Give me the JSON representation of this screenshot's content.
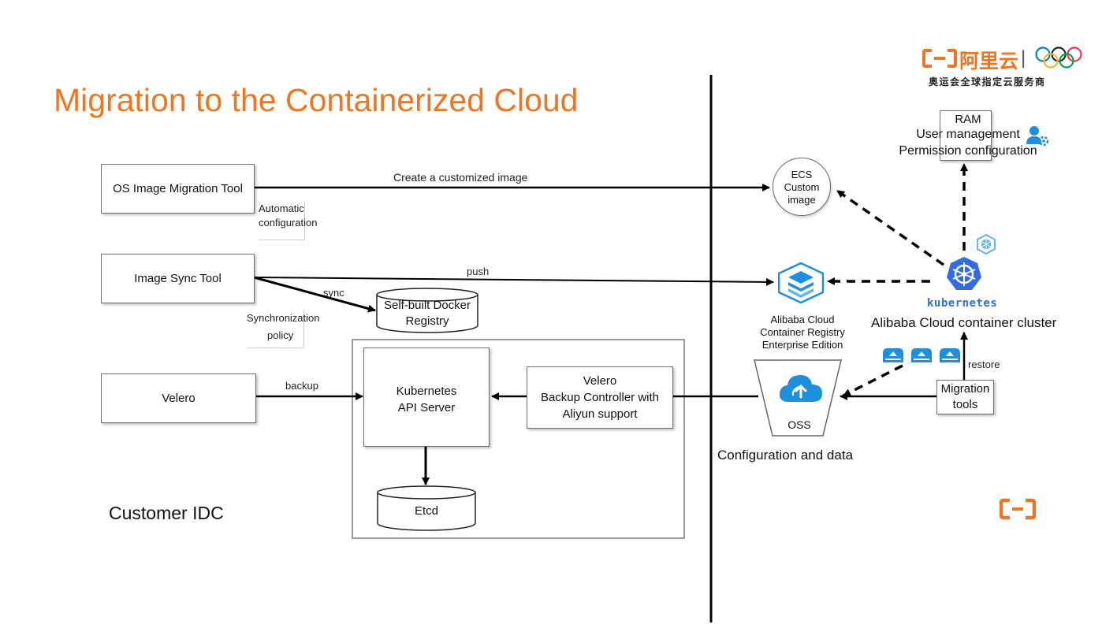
{
  "slide": {
    "title": "Migration to the Containerized Cloud",
    "customer_idc": "Customer IDC",
    "config_data": "Configuration and data"
  },
  "brand": {
    "logo_text": "阿里云",
    "tagline": "奥运会全球指定云服务商",
    "accent": "#ee7621",
    "cloud_blue": "#1e8fdc"
  },
  "left": {
    "os_tool": "OS Image Migration Tool",
    "auto_config_1": "Automatic",
    "auto_config_2": "configuration",
    "sync_tool": "Image Sync Tool",
    "sync_policy_1": "Synchronization",
    "sync_policy_2": "policy",
    "registry_1": "Self-built Docker",
    "registry_2": "Registry",
    "velero": "Velero",
    "api_server_1": "Kubernetes",
    "api_server_2": "API Server",
    "velero_ctrl_1": "Velero",
    "velero_ctrl_2": "Backup Controller with",
    "velero_ctrl_3": "Aliyun support",
    "etcd": "Etcd"
  },
  "edges": {
    "create_image": "Create a customized image",
    "push": "push",
    "sync": "sync",
    "backup": "backup",
    "restore": "restore"
  },
  "right": {
    "ecs_1": "ECS",
    "ecs_2": "Custom",
    "ecs_3": "image",
    "ram_1": "RAM",
    "ram_2": "User management",
    "ram_3": "Permission configuration",
    "acr_1": "Alibaba Cloud",
    "acr_2": "Container Registry",
    "acr_3": "Enterprise Edition",
    "k8s_word": "kubernetes",
    "cluster": "Alibaba Cloud container cluster",
    "oss": "OSS",
    "migration_1": "Migration",
    "migration_2": "tools"
  }
}
